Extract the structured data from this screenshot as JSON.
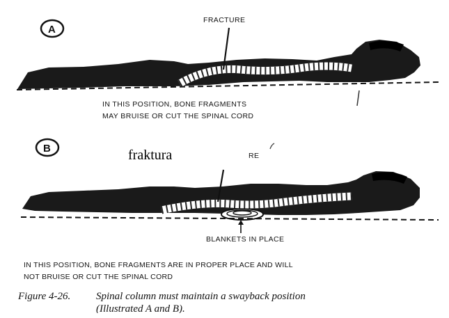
{
  "panel_a": {
    "letter": "A",
    "label": "FRACTURE",
    "note_line1": "IN THIS POSITION, BONE FRAGMENTS",
    "note_line2": "MAY BRUISE OR CUT THE SPINAL CORD"
  },
  "panel_b": {
    "letter": "B",
    "overlay_label": "fraktura",
    "label_remnant": "RE",
    "blankets_label": "BLANKETS IN PLACE",
    "note_line1": "IN THIS POSITION, BONE FRAGMENTS ARE IN PROPER PLACE AND WILL",
    "note_line2": "NOT BRUISE OR CUT THE SPINAL CORD"
  },
  "caption": {
    "prefix": "Figure 4-26.",
    "line1": "Spinal column must maintain a swayback position",
    "line2": "(Illustrated A and B)."
  }
}
